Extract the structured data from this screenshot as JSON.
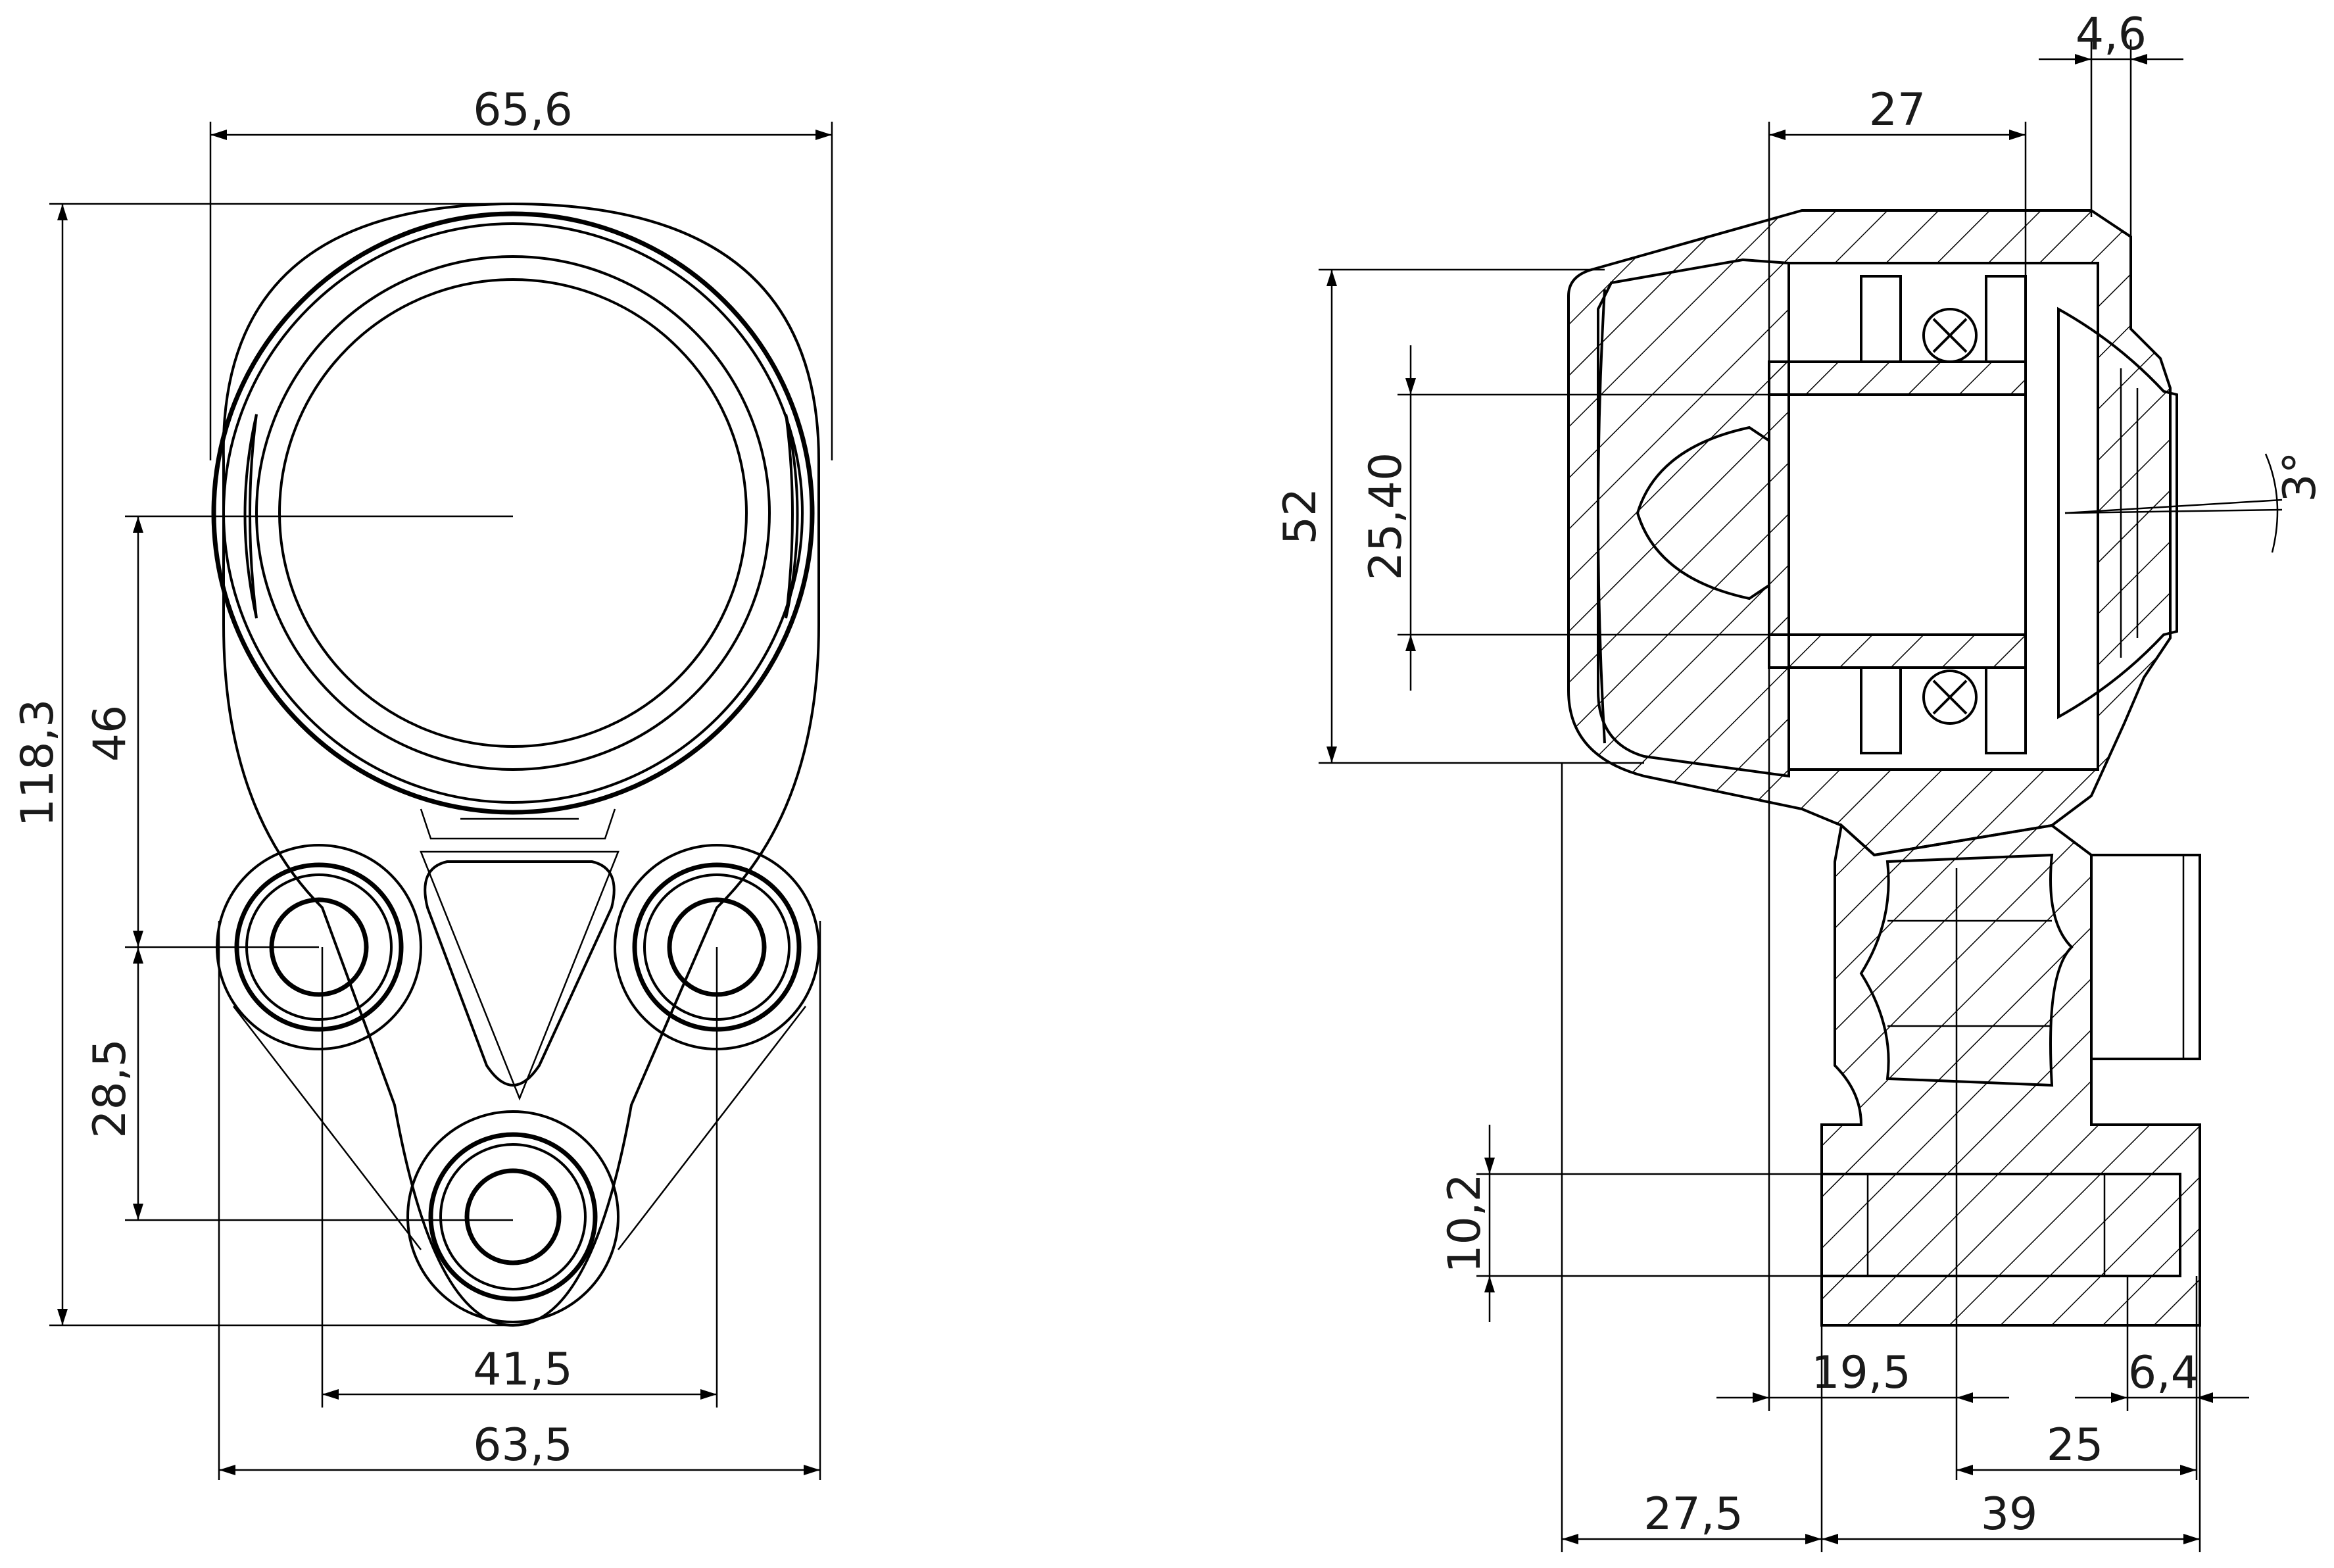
{
  "front_view": {
    "dims": {
      "overall_width_top": "65,6",
      "overall_height": "118,3",
      "center_to_upper_bores": "46",
      "upper_to_lower_bore": "28,5",
      "upper_bore_spacing": "41,5",
      "overall_width_bottom": "63,5"
    }
  },
  "side_view": {
    "dims": {
      "top_offset": "4,6",
      "bearing_width": "27",
      "angle": "3°",
      "housing_height": "52",
      "bore_diameter": "25,40",
      "small_bore": "10,2",
      "depth_a": "19,5",
      "depth_b": "6,4",
      "depth_c": "25",
      "left_depth": "27,5",
      "right_depth": "39"
    }
  }
}
